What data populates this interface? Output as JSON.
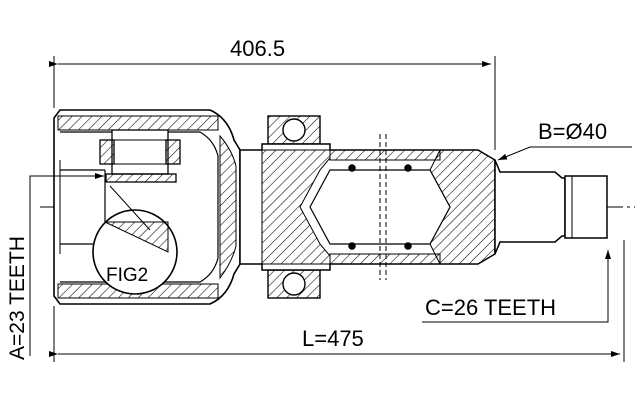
{
  "dimensions": {
    "top_length": "406.5",
    "total_length": "L=475",
    "spline_a": "A=23 TEETH",
    "diameter_b": "B=Ø40",
    "spline_c": "C=26 TEETH"
  },
  "callouts": {
    "detail": "FIG2"
  }
}
